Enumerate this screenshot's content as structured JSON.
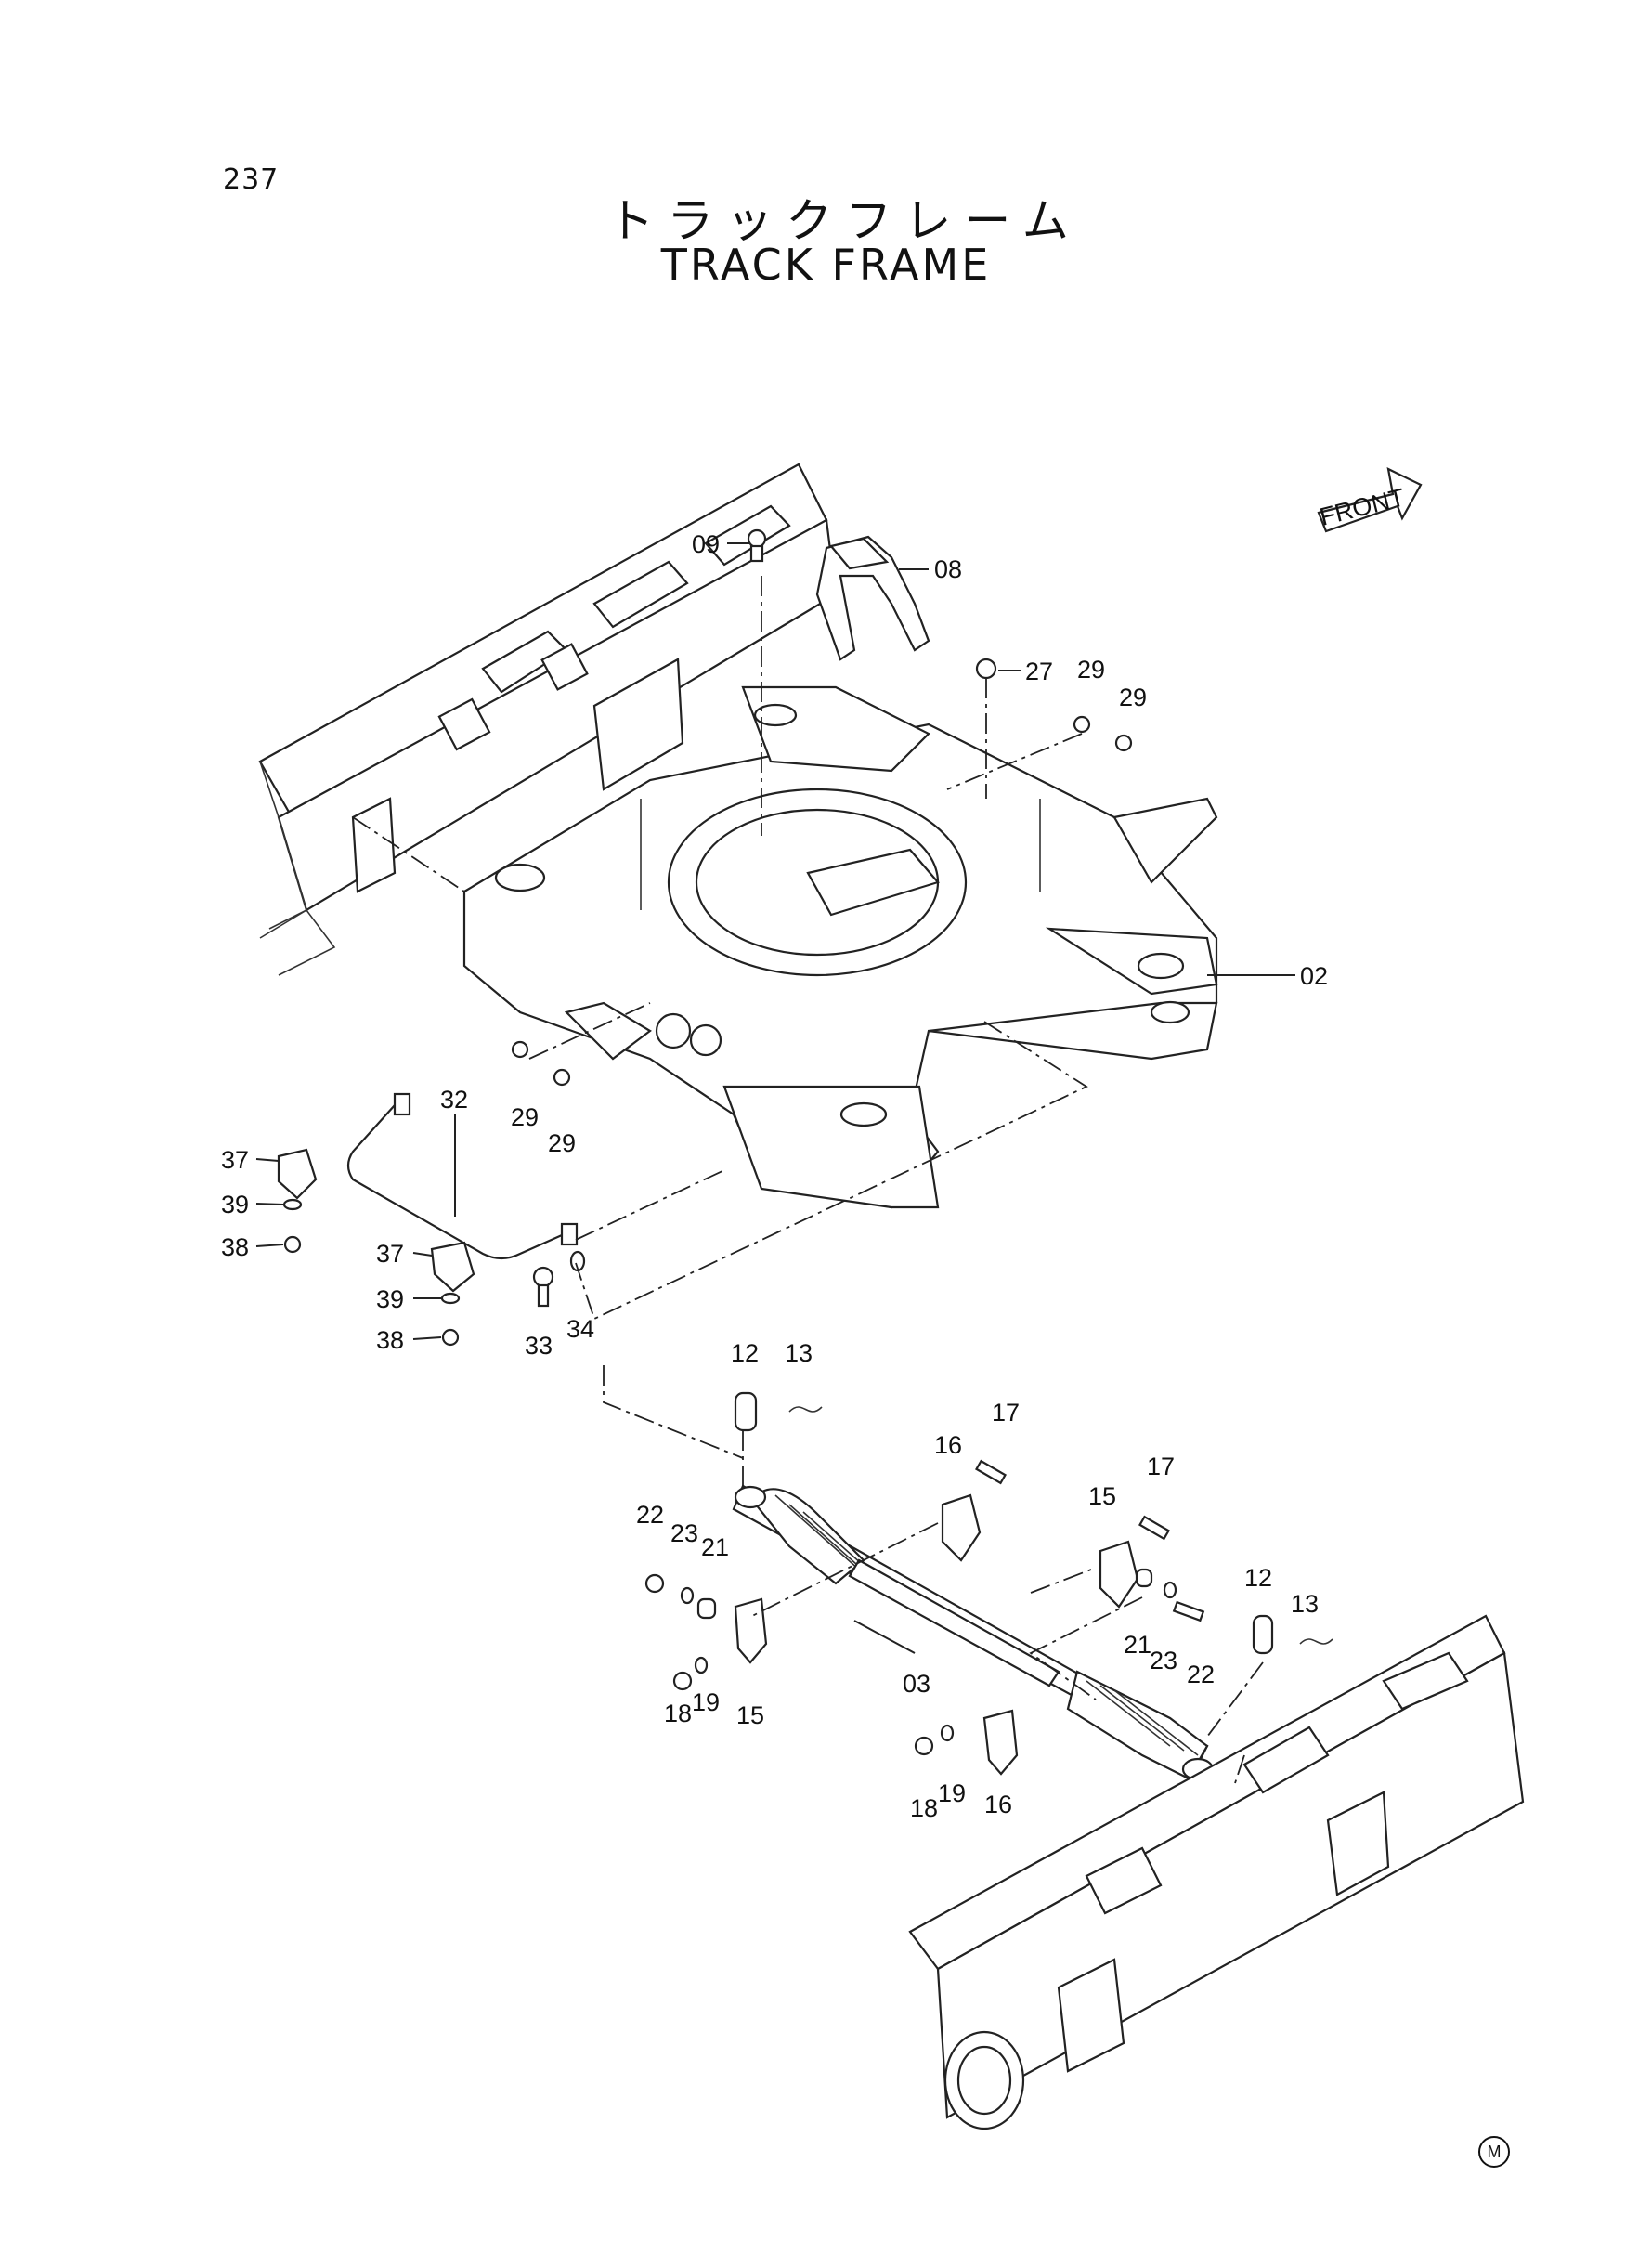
{
  "page_number": "237",
  "title_jp": "トラックフレーム",
  "title_en": "TRACK FRAME",
  "front_label": "FRONT",
  "footer_mark": "M",
  "callouts": {
    "c02": "02",
    "c03": "03",
    "c08": "08",
    "c09": "09",
    "c27": "27",
    "c29a": "29",
    "c29b": "29",
    "c29c": "29",
    "c29d": "29",
    "c32": "32",
    "c33": "33",
    "c34": "34",
    "c37a": "37",
    "c39a": "39",
    "c38a": "38",
    "c37b": "37",
    "c39b": "39",
    "c38b": "38",
    "c12a": "12",
    "c13a": "13",
    "c12b": "12",
    "c13b": "13",
    "c16a": "16",
    "c17a": "17",
    "c15a": "15",
    "c17b": "17",
    "c22a": "22",
    "c23a": "23",
    "c21a": "21",
    "c21b": "21",
    "c23b": "23",
    "c22b": "22",
    "c18a": "18",
    "c19a": "19",
    "c15b": "15",
    "c18b": "18",
    "c19b": "19",
    "c16b": "16"
  }
}
